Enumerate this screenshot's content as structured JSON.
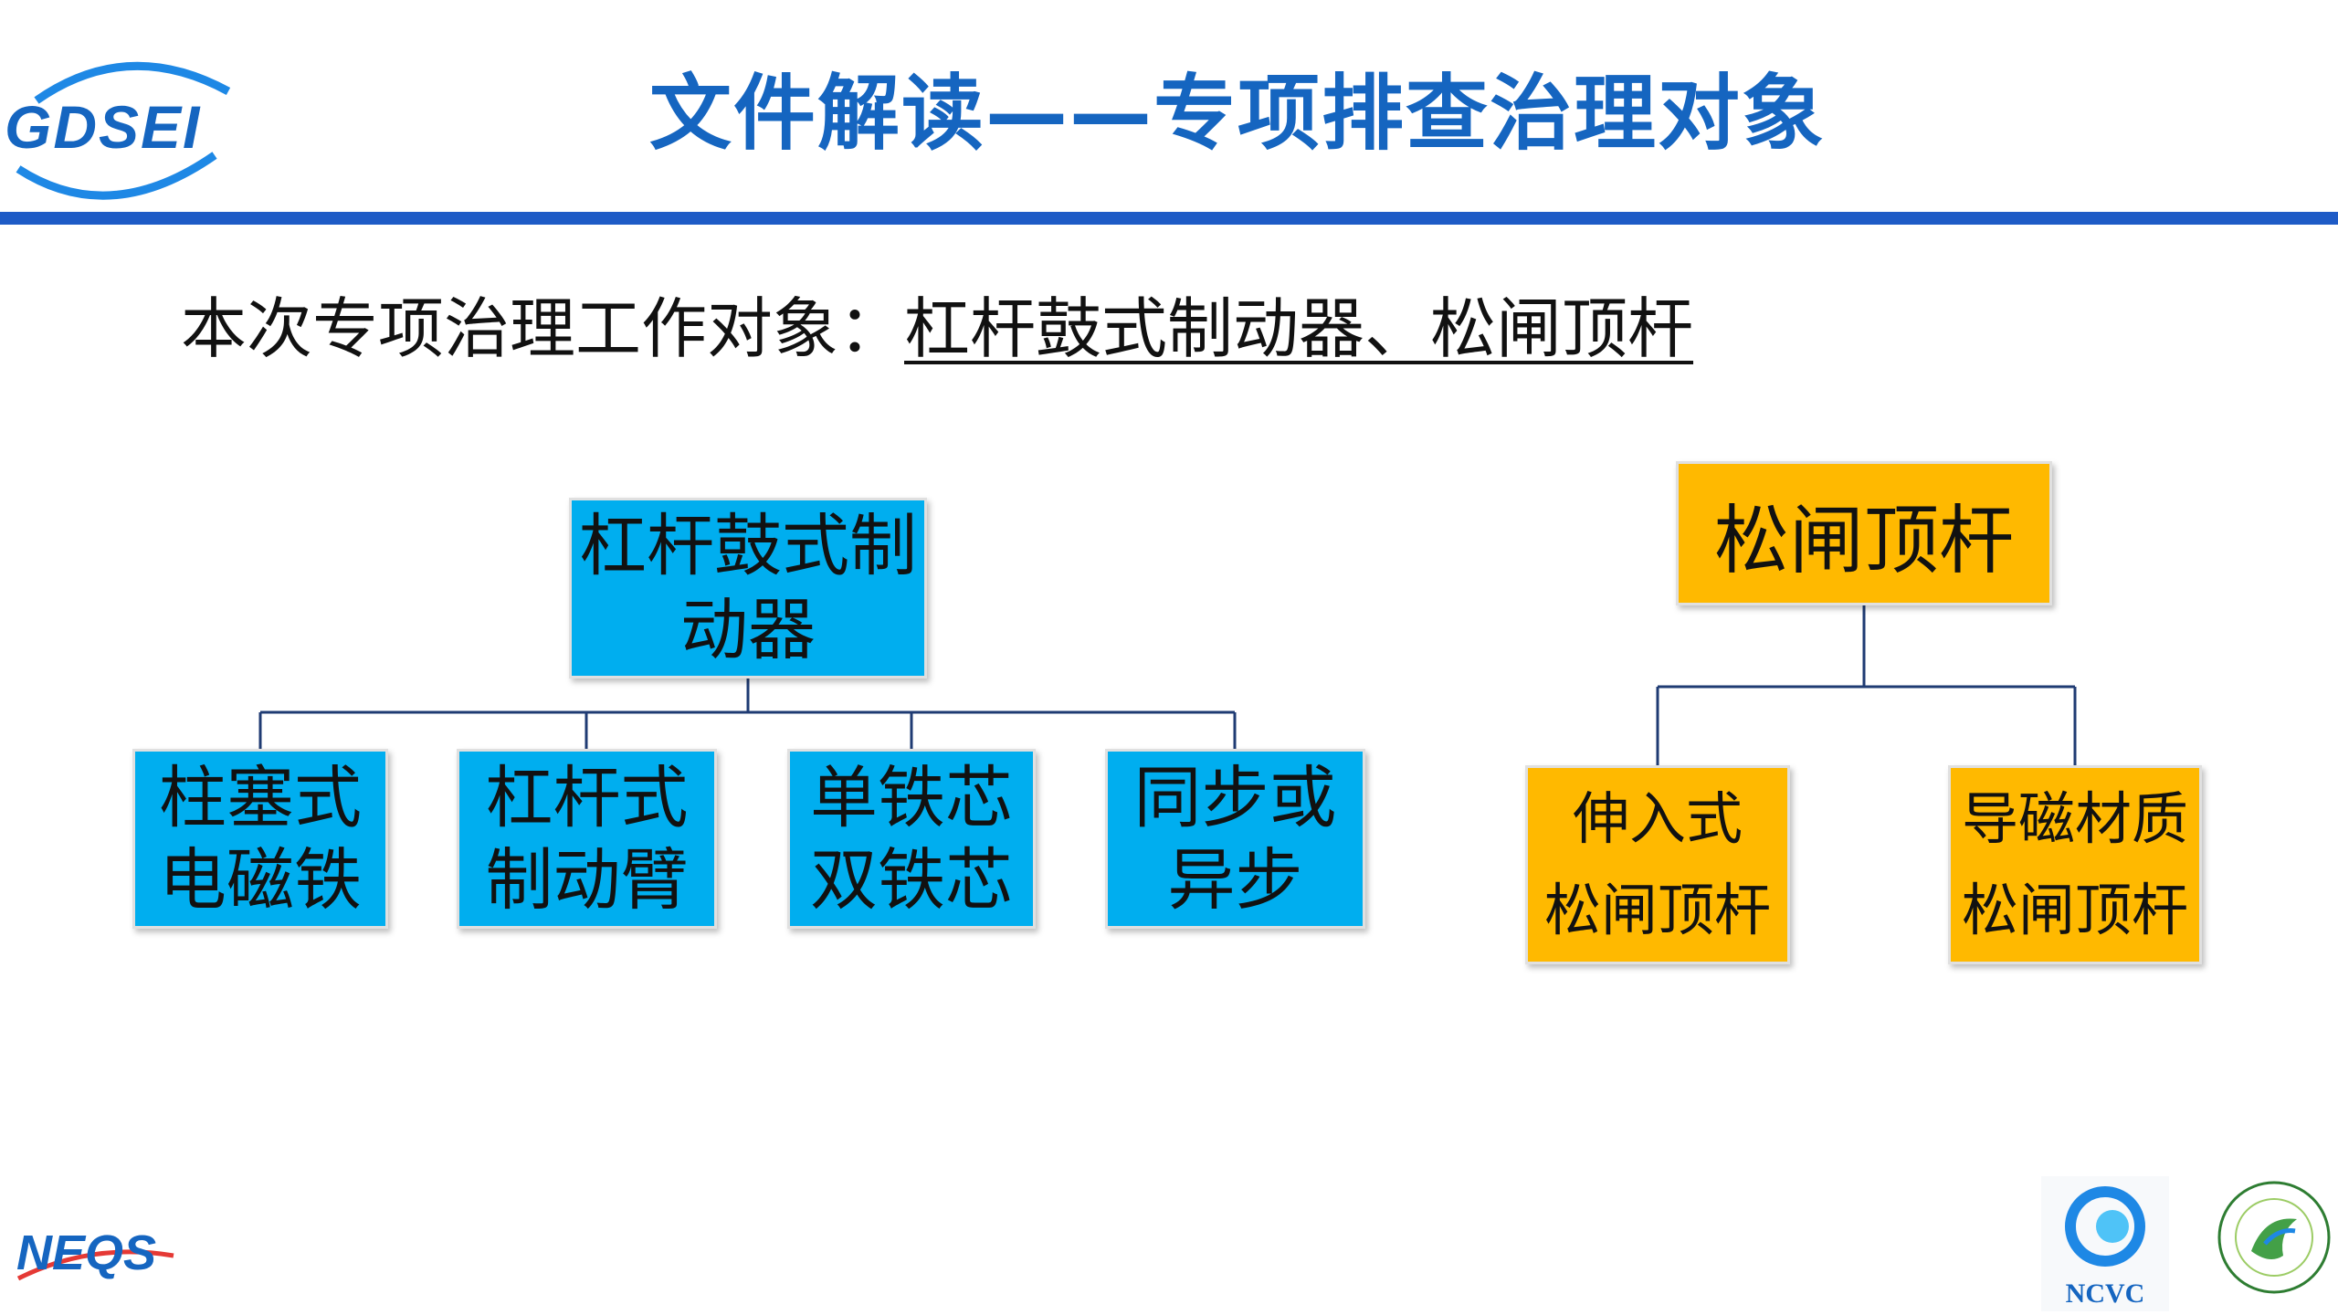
{
  "header": {
    "title": "文件解读——专项排查治理对象",
    "logo_text": "GDSEI"
  },
  "subtitle": {
    "prefix": "本次专项治理工作对象：",
    "objects": "杠杆鼓式制动器、松闸顶杆"
  },
  "diagram": {
    "left_tree": {
      "root": {
        "line1": "杠杆鼓式制",
        "line2": "动器"
      },
      "children": [
        {
          "line1": "柱塞式",
          "line2": "电磁铁"
        },
        {
          "line1": "杠杆式",
          "line2": "制动臂"
        },
        {
          "line1": "单铁芯",
          "line2": "双铁芯"
        },
        {
          "line1": "同步或",
          "line2": "异步"
        }
      ]
    },
    "right_tree": {
      "root": {
        "line1": "松闸顶杆"
      },
      "children": [
        {
          "line1": "伸入式",
          "line2": "松闸顶杆"
        },
        {
          "line1": "导磁材质",
          "line2": "松闸顶杆"
        }
      ]
    }
  },
  "footer_logos": {
    "neqs_text": "NEQS",
    "ncvc_text": "NCVC"
  },
  "colors": {
    "title_blue": "#1565C0",
    "rule_blue": "#1E5BC6",
    "box_blue": "#00AEEF",
    "box_gold": "#FFB900",
    "connector": "#1F3B73"
  }
}
